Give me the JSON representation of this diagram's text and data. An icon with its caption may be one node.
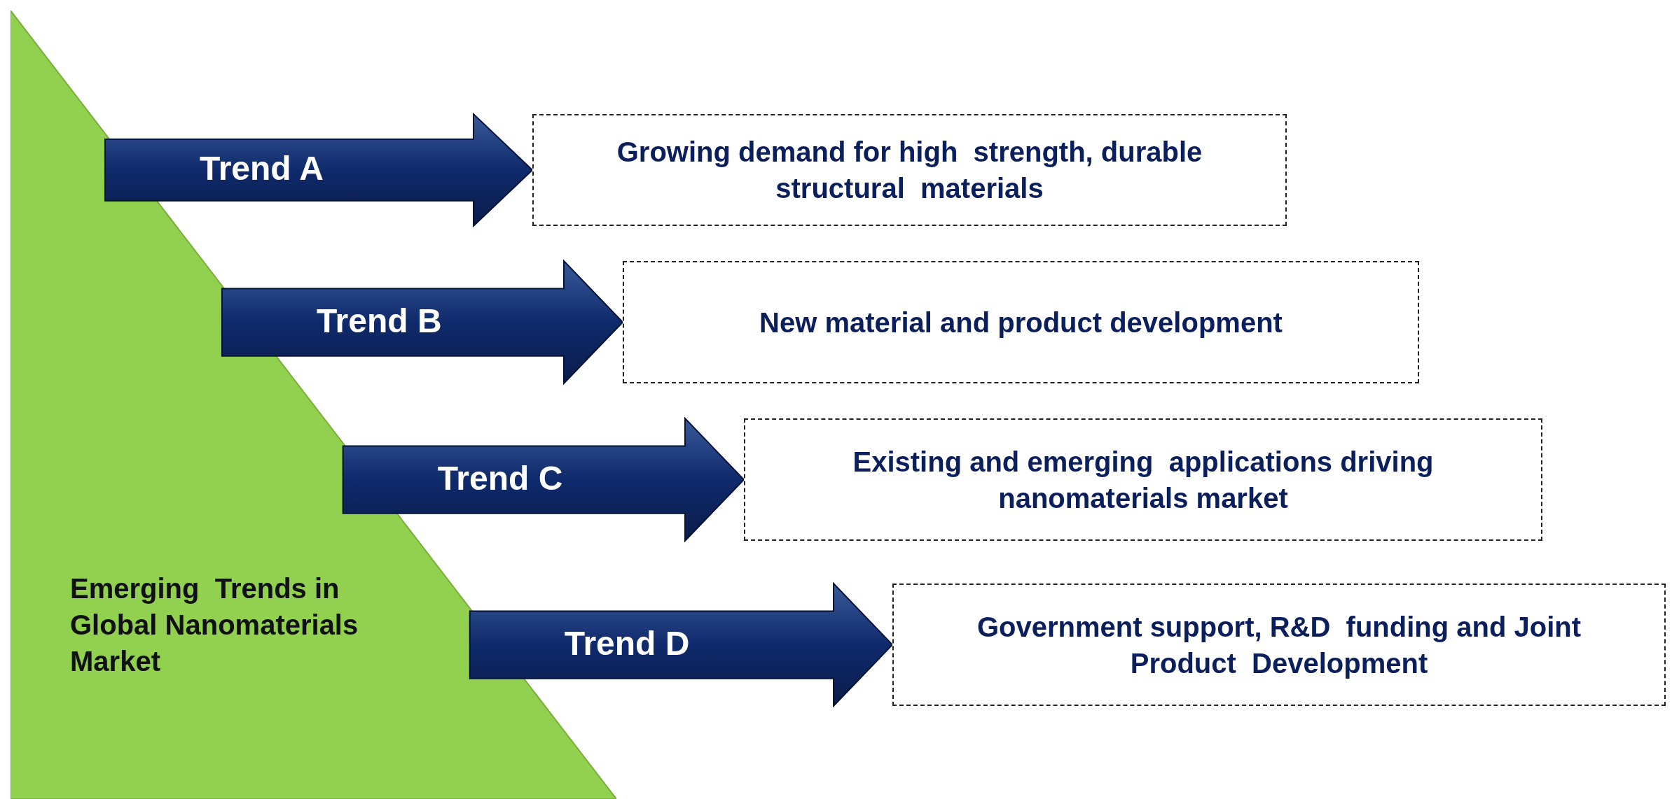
{
  "diagram": {
    "nodes": [
      {
        "text": [
          "Emerging  Trends in Global Nanomaterials Market"
        ]
      },
      {
        "text": [
          "Growing demand for high  strength, durable structural  materials"
        ]
      },
      {
        "text": [
          "New material and product development"
        ]
      },
      {
        "text": [
          "Existing and emerging  applications driving nanomaterials market"
        ]
      },
      {
        "text": [
          "Government support, R&D  funding and Joint Product  Development"
        ]
      }
    ],
    "edges": [
      {
        "from": 0,
        "to": 1,
        "arrow": "to",
        "label": "Trend A"
      },
      {
        "from": 0,
        "to": 2,
        "arrow": "to",
        "label": "Trend B"
      },
      {
        "from": 0,
        "to": 3,
        "arrow": "to",
        "label": "Trend C"
      },
      {
        "from": 0,
        "to": 4,
        "arrow": "to",
        "label": "Trend D"
      }
    ]
  }
}
